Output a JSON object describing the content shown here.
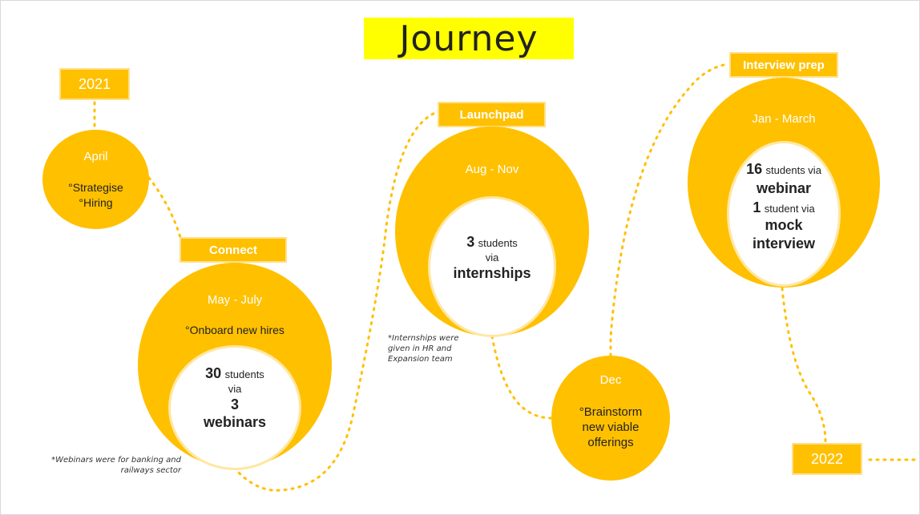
{
  "title": "Journey",
  "tags": {
    "y2021": "2021",
    "connect": "Connect",
    "launchpad": "Launchpad",
    "interview_prep": "Interview prep",
    "y2022": "2022"
  },
  "april": {
    "period": "April",
    "line1": "°Strategise",
    "line2": "°Hiring"
  },
  "connect": {
    "period": "May - July",
    "activity": "°Onboard new hires",
    "count": "30",
    "unit": "students",
    "via": "via",
    "count2": "3",
    "channel": "webinars"
  },
  "launchpad": {
    "period": "Aug - Nov",
    "count": "3",
    "unit": "students",
    "via": "via",
    "channel": "internships"
  },
  "dec": {
    "period": "Dec",
    "line1": "°Brainstorm",
    "line2": "new viable",
    "line3": "offerings"
  },
  "interview": {
    "period": "Jan - March",
    "count1": "16",
    "unit1": "students via",
    "channel1": "webinar",
    "count2": "1",
    "unit2": "student via",
    "channel2a": "mock",
    "channel2b": "interview"
  },
  "notes": {
    "internships_1": "*Internships were",
    "internships_2": "given in HR and",
    "internships_3": "Expansion team",
    "webinars_1": "*Webinars were for banking and",
    "webinars_2": "railways sector"
  },
  "colors": {
    "accent": "#ffc000",
    "title_bg": "#ffff00"
  }
}
